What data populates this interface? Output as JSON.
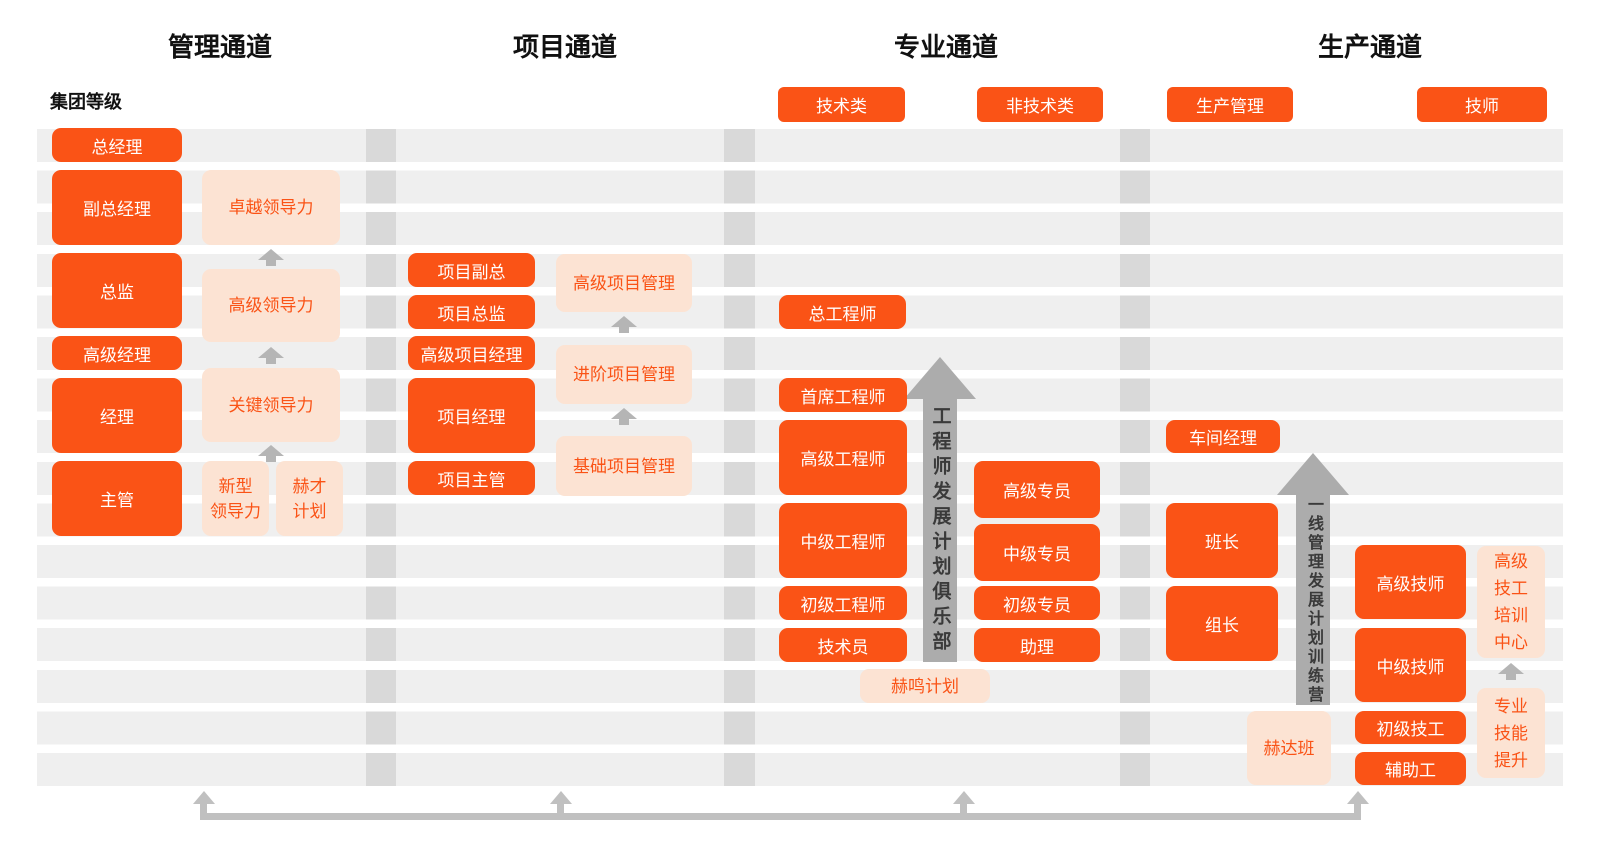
{
  "title_row": {
    "management": "管理通道",
    "project": "项目通道",
    "professional": "专业通道",
    "production": "生产通道"
  },
  "group_level_label": "集团等级",
  "category_tabs": {
    "technical": "技术类",
    "non_technical": "非技术类",
    "production_management": "生产管理",
    "technician": "技师"
  },
  "management_channel": {
    "roles": {
      "general_manager": "总经理",
      "deputy_general_manager": "副总经理",
      "director": "总监",
      "senior_manager": "高级经理",
      "manager": "经理",
      "supervisor": "主管"
    },
    "programs": {
      "excellence_leadership": "卓越领导力",
      "senior_leadership": "高级领导力",
      "key_leadership": "关键领导力",
      "new_leadership": "新型\n领导力",
      "hecai_plan": "赫才\n计划"
    }
  },
  "project_channel": {
    "roles": {
      "project_vp": "项目副总",
      "project_director": "项目总监",
      "senior_project_manager": "高级项目经理",
      "project_manager": "项目经理",
      "project_supervisor": "项目主管"
    },
    "programs": {
      "advanced": "高级项目管理",
      "intermediate": "进阶项目管理",
      "basic": "基础项目管理"
    }
  },
  "professional_channel": {
    "technical_roles": {
      "chief_engineer": "总工程师",
      "principal_engineer": "首席工程师",
      "senior_engineer": "高级工程师",
      "intermediate_engineer": "中级工程师",
      "junior_engineer": "初级工程师",
      "technician": "技术员"
    },
    "non_technical_roles": {
      "senior_specialist": "高级专员",
      "intermediate_specialist": "中级专员",
      "junior_specialist": "初级专员",
      "assistant": "助理"
    },
    "club_arrow_label": "工程师发展计划俱乐部",
    "heming_plan": "赫鸣计划"
  },
  "production_channel": {
    "management_roles": {
      "workshop_manager": "车间经理",
      "shift_leader": "班长",
      "team_leader": "组长"
    },
    "technician_roles": {
      "senior_technician": "高级技师",
      "intermediate_technician": "中级技师",
      "junior_worker": "初级技工",
      "auxiliary_worker": "辅助工"
    },
    "camp_arrow_label": "一线管理发展计划训练营",
    "programs": {
      "heda_class": "赫达班",
      "advanced_training_center": "高级\n技工\n培训\n中心",
      "skill_upgrade": "专业\n技能\n提升"
    }
  },
  "colors": {
    "accent_orange": "#fa5316",
    "light_orange": "#fce3d3",
    "stripe_gray": "#efefef",
    "divider_gray": "#d9d9d9",
    "arrow_gray": "#acacac",
    "connector_gray": "#c0c0c0",
    "text_dark": "#111111"
  }
}
